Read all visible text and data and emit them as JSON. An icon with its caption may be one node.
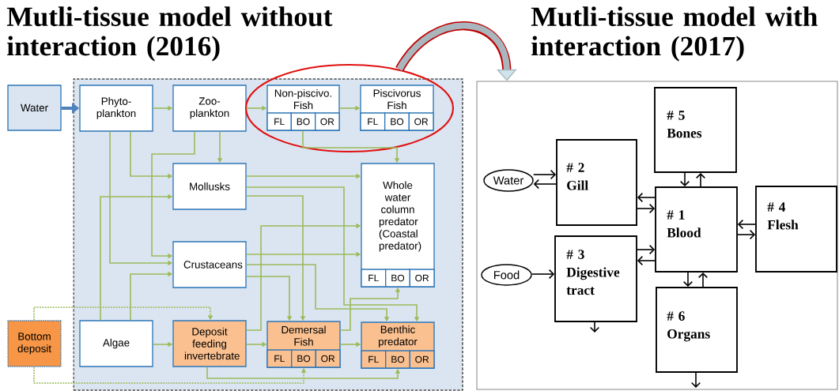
{
  "diagram": {
    "nodes": [
      {
        "text": [
          "Mutli-tissue model without interaction (2016)"
        ]
      },
      {
        "text": [
          "Water"
        ]
      },
      {
        "text": [
          "Phyto- plankton"
        ],
        "in": 0
      },
      {
        "text": [
          "Zoo- plankton"
        ],
        "in": 0
      },
      {
        "text": [
          "Non-piscivo. Fish"
        ],
        "in": 29
      },
      {
        "text": [
          "FL"
        ],
        "in": 4
      },
      {
        "text": [
          "BO"
        ],
        "in": 4
      },
      {
        "text": [
          "OR"
        ],
        "in": 4
      },
      {
        "text": [
          "Piscivorus Fish"
        ],
        "in": 29
      },
      {
        "text": [
          "FL"
        ],
        "in": 8
      },
      {
        "text": [
          "BO"
        ],
        "in": 8
      },
      {
        "text": [
          "OR"
        ],
        "in": 8
      },
      {
        "text": [
          "Mollusks"
        ],
        "in": 0
      },
      {
        "text": [
          "Whole water column predator (Coastal predator)"
        ],
        "in": 0
      },
      {
        "text": [
          "FL"
        ],
        "in": 13
      },
      {
        "text": [
          "BO"
        ],
        "in": 13
      },
      {
        "text": [
          "OR"
        ],
        "in": 13
      },
      {
        "text": [
          "Crustaceans"
        ],
        "in": 0
      },
      {
        "text": [
          "Bottom deposit"
        ]
      },
      {
        "text": [
          "Algae"
        ],
        "in": 0
      },
      {
        "text": [
          "Deposit feeding invertebrate"
        ],
        "in": 0
      },
      {
        "text": [
          "Demersal Fish"
        ],
        "in": 0
      },
      {
        "text": [
          "FL"
        ],
        "in": 21
      },
      {
        "text": [
          "BO"
        ],
        "in": 21
      },
      {
        "text": [
          "OR"
        ],
        "in": 21
      },
      {
        "text": [
          "Benthic predator"
        ],
        "in": 0
      },
      {
        "text": [
          "FL"
        ],
        "in": 25
      },
      {
        "text": [
          "BO"
        ],
        "in": 25
      },
      {
        "text": [
          "OR"
        ],
        "in": 25
      },
      {
        "text": [],
        "shape": "ellipse"
      },
      {
        "text": [
          "Mutli-tissue model with interaction (2017)"
        ]
      },
      {
        "text": [
          "Water"
        ],
        "in": 30
      },
      {
        "text": [
          "# 2",
          "Gill"
        ],
        "in": 30
      },
      {
        "text": [
          "# 5",
          "Bones"
        ],
        "in": 30
      },
      {
        "text": [
          "# 1",
          "Blood"
        ],
        "in": 30
      },
      {
        "text": [
          "# 4",
          "Flesh"
        ],
        "in": 30
      },
      {
        "text": [
          "Food"
        ],
        "in": 30
      },
      {
        "text": [
          "# 3",
          "Digestive tract"
        ],
        "in": 30
      },
      {
        "text": [
          "# 6",
          "Organs"
        ],
        "in": 30
      }
    ],
    "edges": [
      {
        "from": 1,
        "to": 2,
        "arrow": "to",
        "style": "thick",
        "color": "#4f81bd"
      },
      {
        "from": 2,
        "to": 3,
        "arrow": "to"
      },
      {
        "from": 3,
        "to": 4,
        "arrow": "to"
      },
      {
        "from": 4,
        "to": 8,
        "arrow": "to"
      },
      {
        "from": 6,
        "to": 13,
        "arrow": "to"
      },
      {
        "from": 2,
        "to": 17,
        "arrow": "to"
      },
      {
        "from": 2,
        "to": 12,
        "arrow": "to"
      },
      {
        "from": 3,
        "to": 17,
        "arrow": "to"
      },
      {
        "from": 3,
        "to": 12,
        "arrow": "to"
      },
      {
        "from": 19,
        "to": 12,
        "arrow": "to"
      },
      {
        "from": 19,
        "to": 17,
        "arrow": "to"
      },
      {
        "from": 19,
        "to": 20,
        "arrow": "to"
      },
      {
        "from": 18,
        "to": 20,
        "arrow": "to",
        "style": "dashed"
      },
      {
        "from": 18,
        "to": 23,
        "arrow": "to",
        "style": "dashed"
      },
      {
        "from": 20,
        "to": 27,
        "arrow": "to"
      },
      {
        "from": 12,
        "to": 13,
        "arrow": "to"
      },
      {
        "from": 12,
        "to": 25,
        "arrow": "to"
      },
      {
        "from": 12,
        "to": 21,
        "arrow": "to"
      },
      {
        "from": 20,
        "to": 13,
        "arrow": "to"
      },
      {
        "from": 17,
        "to": 13,
        "arrow": "to"
      },
      {
        "from": 17,
        "to": 25,
        "arrow": "to"
      },
      {
        "from": 17,
        "to": 21,
        "arrow": "to"
      },
      {
        "from": 21,
        "to": 15,
        "arrow": "to"
      },
      {
        "from": 20,
        "to": 21,
        "arrow": "to"
      },
      {
        "from": 21,
        "to": 25,
        "arrow": "to"
      },
      {
        "from": 29,
        "to": 30,
        "arrow": "to",
        "style": "thick",
        "color": "#c00000"
      },
      {
        "from": 31,
        "to": 32,
        "arrow": "to",
        "color": "#000000"
      },
      {
        "from": 32,
        "to": 31,
        "arrow": "to",
        "color": "#000000"
      },
      {
        "from": 36,
        "to": 37,
        "arrow": "to",
        "color": "#000000"
      },
      {
        "from": 34,
        "to": 32,
        "arrow": "to",
        "color": "#000000"
      },
      {
        "from": 32,
        "to": 34,
        "arrow": "to",
        "color": "#000000"
      },
      {
        "from": 37,
        "to": 34,
        "arrow": "to",
        "color": "#000000"
      },
      {
        "from": 34,
        "to": 37,
        "arrow": "to",
        "color": "#000000"
      },
      {
        "from": 33,
        "to": 34,
        "arrow": "to",
        "color": "#000000"
      },
      {
        "from": 34,
        "to": 33,
        "arrow": "to",
        "color": "#000000"
      },
      {
        "from": 35,
        "to": 34,
        "arrow": "to",
        "color": "#000000"
      },
      {
        "from": 34,
        "to": 35,
        "arrow": "to",
        "color": "#000000"
      },
      {
        "from": 34,
        "to": 38,
        "arrow": "to",
        "color": "#000000"
      },
      {
        "from": 38,
        "to": 34,
        "arrow": "to",
        "color": "#000000"
      },
      {
        "from": 37,
        "to": null,
        "arrow": "to",
        "color": "#000000"
      },
      {
        "from": 38,
        "to": null,
        "arrow": "to",
        "color": "#000000"
      }
    ]
  }
}
